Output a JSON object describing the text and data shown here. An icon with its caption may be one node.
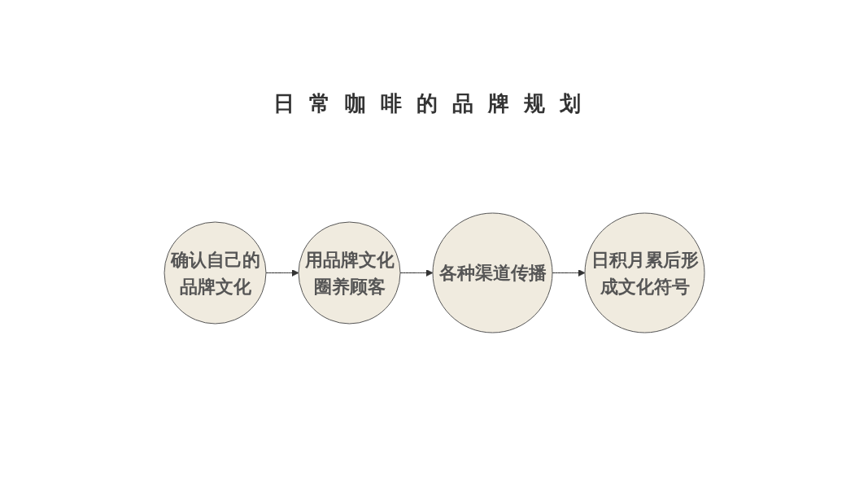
{
  "diagram": {
    "title": "日常咖啡的品牌规划",
    "nodes": [
      {
        "text": [
          "确认自己的品牌文化"
        ]
      },
      {
        "text": [
          "用品牌文化圈养顾客"
        ]
      },
      {
        "text": [
          "各种渠道传播"
        ]
      },
      {
        "text": [
          "日积月累后形成文化符号"
        ]
      }
    ],
    "edges": [
      {
        "from": 0,
        "to": 1,
        "arrow": "to"
      },
      {
        "from": 1,
        "to": 2,
        "arrow": "to"
      },
      {
        "from": 2,
        "to": 3,
        "arrow": "to"
      }
    ]
  }
}
